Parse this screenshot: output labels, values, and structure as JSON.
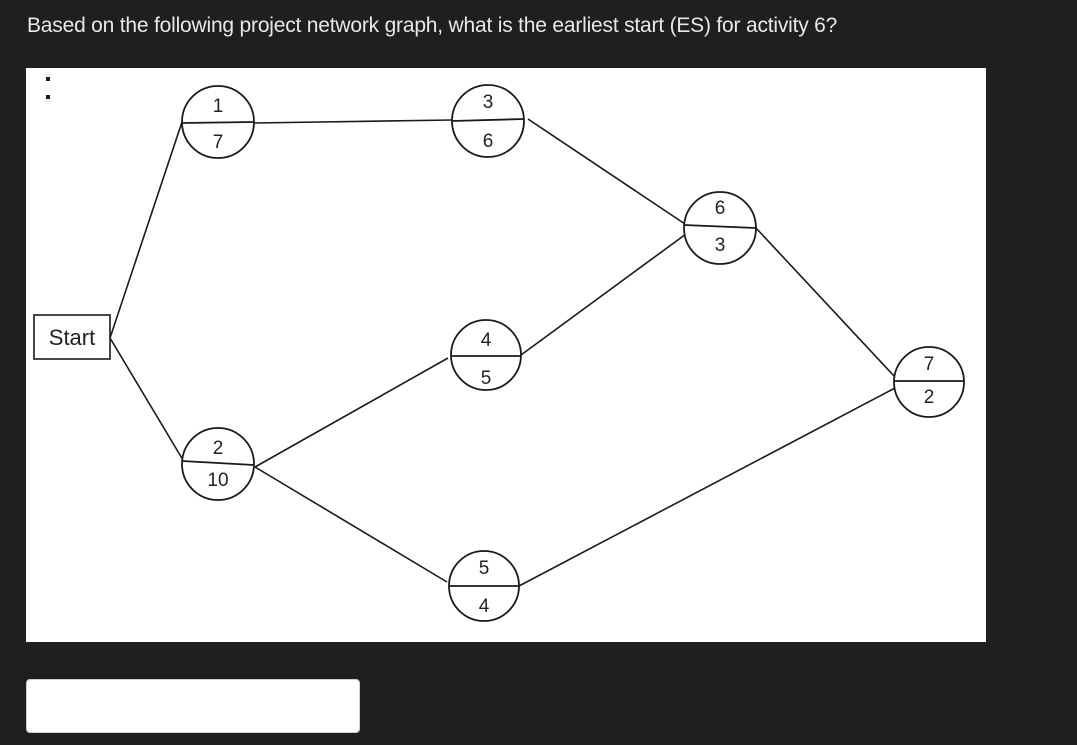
{
  "question": {
    "text": "Based on the following project network graph, what is the earliest start (ES) for activity 6?"
  },
  "diagram": {
    "start_label": "Start",
    "nodes": [
      {
        "id": "1",
        "activity": "1",
        "duration": "7"
      },
      {
        "id": "2",
        "activity": "2",
        "duration": "10"
      },
      {
        "id": "3",
        "activity": "3",
        "duration": "6"
      },
      {
        "id": "4",
        "activity": "4",
        "duration": "5"
      },
      {
        "id": "5",
        "activity": "5",
        "duration": "4"
      },
      {
        "id": "6",
        "activity": "6",
        "duration": "3"
      },
      {
        "id": "7",
        "activity": "7",
        "duration": "2"
      }
    ],
    "edges": [
      {
        "from": "Start",
        "to": "1"
      },
      {
        "from": "Start",
        "to": "2"
      },
      {
        "from": "1",
        "to": "3"
      },
      {
        "from": "2",
        "to": "4"
      },
      {
        "from": "2",
        "to": "5"
      },
      {
        "from": "3",
        "to": "6"
      },
      {
        "from": "4",
        "to": "6"
      },
      {
        "from": "6",
        "to": "7"
      },
      {
        "from": "5",
        "to": "7"
      }
    ],
    "colors": {
      "line": "#1a1a1a",
      "background": "#ffffff"
    }
  },
  "answer": {
    "value": "",
    "placeholder": ""
  }
}
